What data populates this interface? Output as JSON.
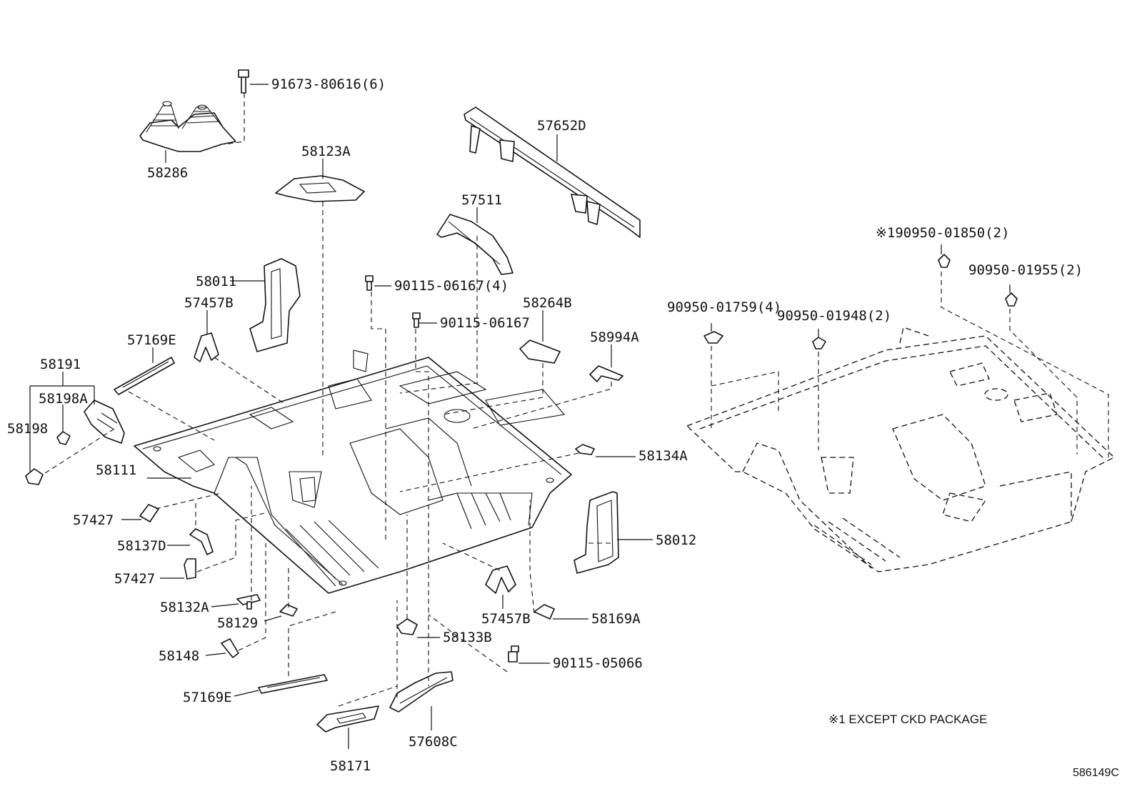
{
  "diagram": {
    "labels": {
      "p91673": "91673-80616(6)",
      "p58286": "58286",
      "p58123A": "58123A",
      "p57652D": "57652D",
      "p57511": "57511",
      "p58011": "58011",
      "p90115a": "90115-06167(4)",
      "p90115b": "90115-06167",
      "p58264B": "58264B",
      "p57457B_top": "57457B",
      "p57169E_top": "57169E",
      "p58994A": "58994A",
      "p58191": "58191",
      "p58198A": "58198A",
      "p58198": "58198",
      "p58111": "58111",
      "p58134A": "58134A",
      "p57427_a": "57427",
      "p58012": "58012",
      "p58137D": "58137D",
      "p57427_b": "57427",
      "p58132A": "58132A",
      "p58129": "58129",
      "p57457B_bot": "57457B",
      "p58169A": "58169A",
      "p58133B": "58133B",
      "p58148": "58148",
      "p90115c": "90115-05066",
      "p57169E_bot": "57169E",
      "p57608C": "57608C",
      "p58171": "58171",
      "p90950_1850": "※190950-01850(2)",
      "p90950_1955": "90950-01955(2)",
      "p90950_1759": "90950-01759(4)",
      "p90950_1948": "90950-01948(2)"
    },
    "note": "※1 EXCEPT CKD PACKAGE",
    "figure_code": "586149C"
  }
}
